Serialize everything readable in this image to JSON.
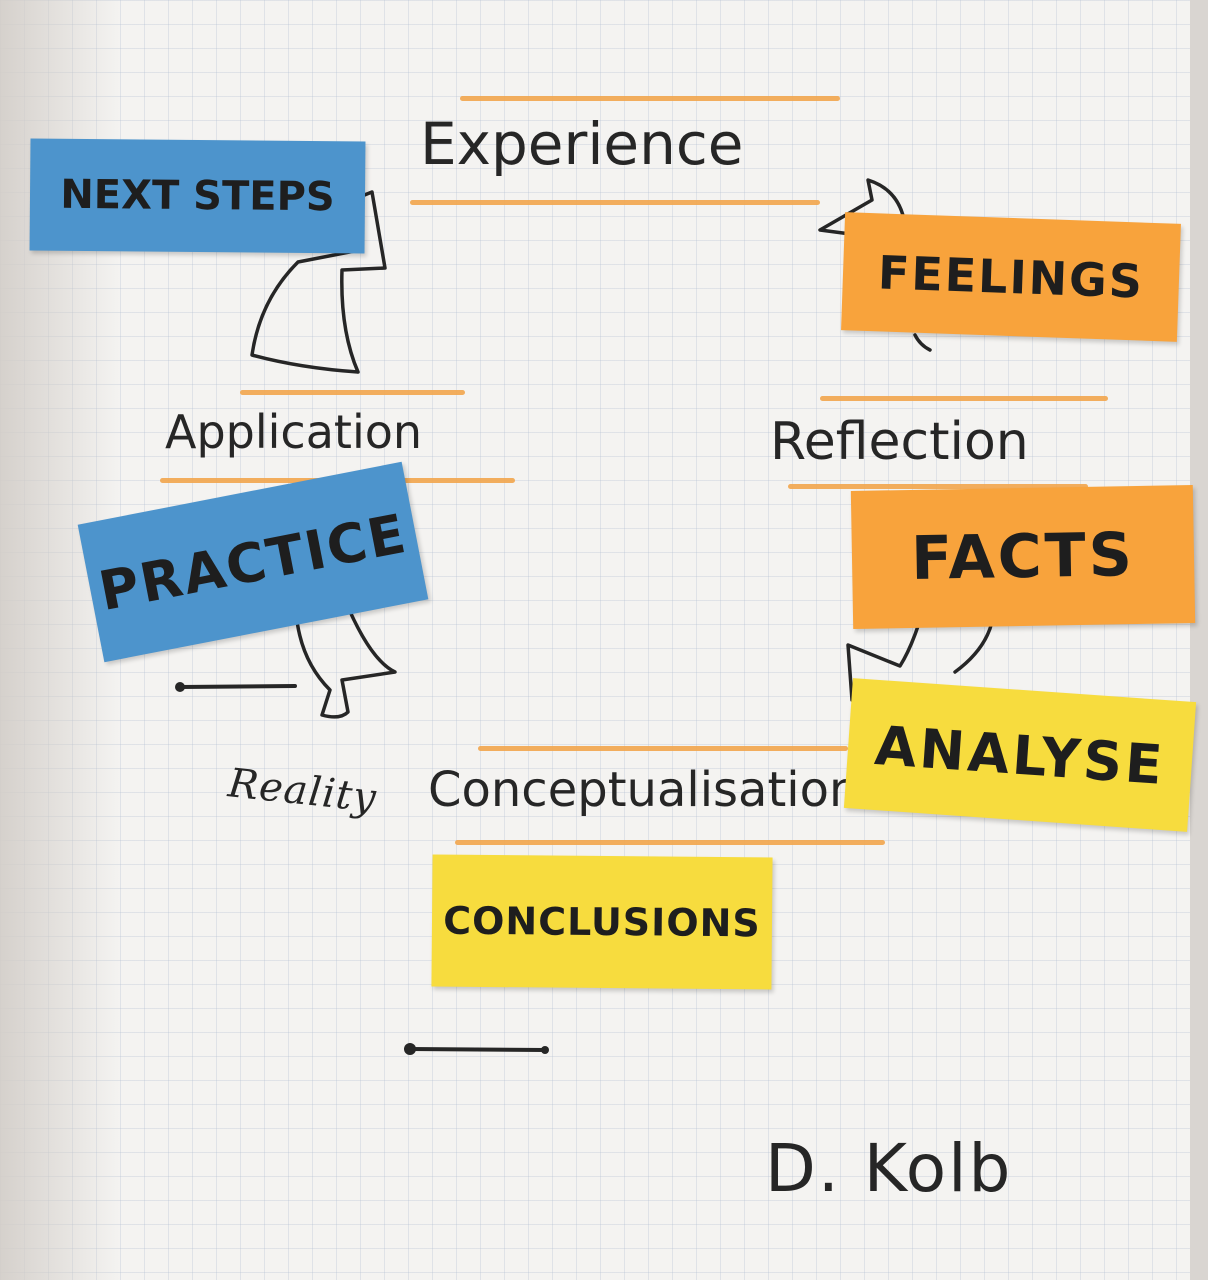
{
  "stages": {
    "experience": "Experience",
    "reflection": "Reflection",
    "conceptualisation": "Conceptualisation",
    "application": "Application"
  },
  "notes": {
    "next_steps": "NEXT STEPS",
    "feelings": "FEELINGS",
    "facts": "FACTS",
    "analyse": "ANALYSE",
    "conclusions": "CONCLUSIONS",
    "practice": "PRACTICE"
  },
  "annotations": {
    "reality": "Reality",
    "author": "D. Kolb"
  },
  "colors": {
    "blue_note": "#4d94cc",
    "orange_note": "#f8a33c",
    "yellow_note": "#f7dc3e",
    "underline": "#f2a54c",
    "ink": "#262626"
  }
}
